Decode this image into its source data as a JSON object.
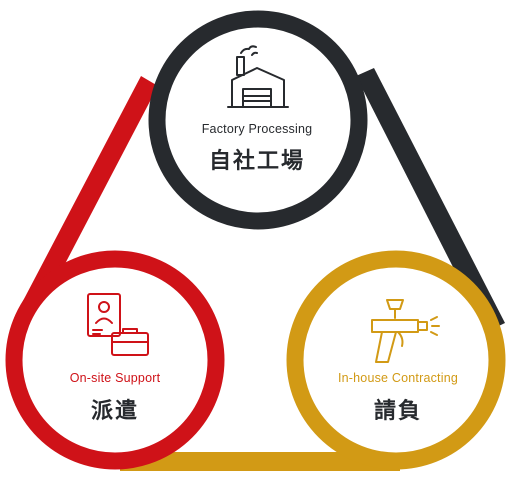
{
  "nodes": {
    "factory": {
      "label_en": "Factory Processing",
      "label_jp": "自社工場",
      "color": "#272a2e",
      "icon": "factory-icon"
    },
    "onsite": {
      "label_en": "On-site Support",
      "label_jp": "派遣",
      "color": "#cf1218",
      "icon": "staff-profile-icon"
    },
    "inhouse": {
      "label_en": "In-house Contracting",
      "label_jp": "請負",
      "color": "#d29a15",
      "icon": "spray-gun-icon"
    }
  },
  "connectors": [
    {
      "from": "onsite",
      "to": "factory",
      "color": "#cf1218"
    },
    {
      "from": "factory",
      "to": "inhouse",
      "color": "#272a2e"
    },
    {
      "from": "onsite",
      "to": "inhouse",
      "color": "#d29a15"
    }
  ]
}
